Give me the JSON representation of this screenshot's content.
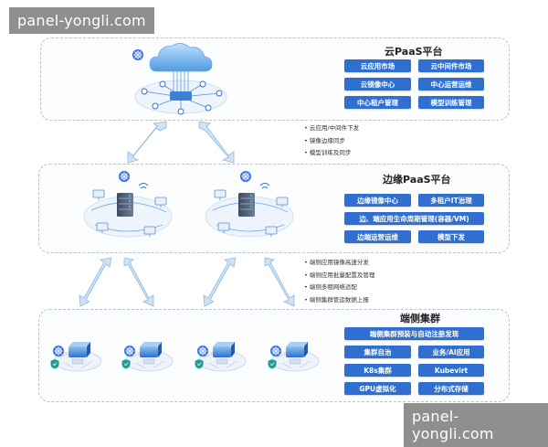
{
  "watermark": "panel-yongli.com",
  "cloud": {
    "title": "云PaaS平台",
    "buttons": [
      "云应用市场",
      "云中间件市场",
      "云镜像中心",
      "中心运营运维",
      "中心租户管理",
      "模型训练管理"
    ]
  },
  "notes_cloud_edge": [
    "云应用/中间件下发",
    "镜像边缘同步",
    "模型训练及同步"
  ],
  "edge": {
    "title": "边缘PaaS平台",
    "buttons": [
      "边缘镜像中心",
      "多租户IT治理",
      "边、端应用生命周期管理(容器/VM)",
      "边端运营运维",
      "模型下发"
    ]
  },
  "notes_edge_device": [
    "端侧应用镜像高速分发",
    "端侧应用批量配置及管理",
    "端侧多租网络适配",
    "端侧集群管运数据上报"
  ],
  "device": {
    "title": "端侧集群",
    "buttons": [
      "端侧集群预装与自动注册发现",
      "集群自治",
      "业务/AI应用",
      "K8s集群",
      "Kubevirt",
      "GPU虚拟化",
      "分布式存储"
    ]
  },
  "colors": {
    "accent": "#2f6fcf",
    "panel_border": "#b3c3d6",
    "arrow": "#9cc0e4"
  },
  "icons": [
    "cloud-icon",
    "kubernetes-icon",
    "server-rack-icon",
    "edge-device-icon",
    "shield-icon"
  ]
}
